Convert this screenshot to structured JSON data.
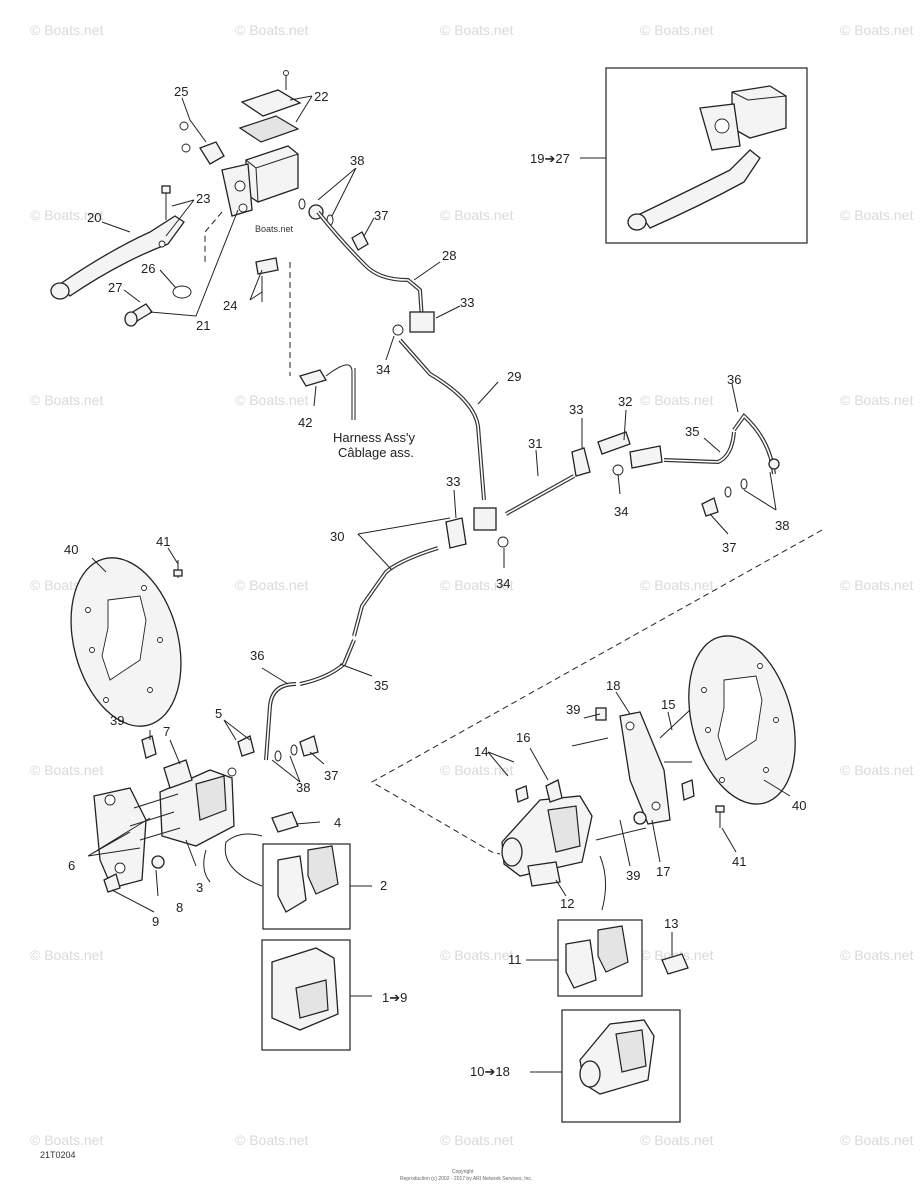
{
  "watermark": "© Boats.net",
  "part_labels": [
    {
      "id": "lbl-25",
      "text": "25"
    },
    {
      "id": "lbl-22",
      "text": "22"
    },
    {
      "id": "lbl-38-top",
      "text": "38"
    },
    {
      "id": "lbl-23",
      "text": "23"
    },
    {
      "id": "lbl-20",
      "text": "20"
    },
    {
      "id": "lbl-37-top",
      "text": "37"
    },
    {
      "id": "lbl-26",
      "text": "26"
    },
    {
      "id": "lbl-27",
      "text": "27"
    },
    {
      "id": "lbl-24",
      "text": "24"
    },
    {
      "id": "lbl-21",
      "text": "21"
    },
    {
      "id": "lbl-28",
      "text": "28"
    },
    {
      "id": "lbl-33-a",
      "text": "33"
    },
    {
      "id": "lbl-34-a",
      "text": "34"
    },
    {
      "id": "lbl-29",
      "text": "29"
    },
    {
      "id": "lbl-42",
      "text": "42"
    },
    {
      "id": "lbl-36-right",
      "text": "36"
    },
    {
      "id": "lbl-32",
      "text": "32"
    },
    {
      "id": "lbl-33-b",
      "text": "33"
    },
    {
      "id": "lbl-35-right",
      "text": "35"
    },
    {
      "id": "lbl-31",
      "text": "31"
    },
    {
      "id": "lbl-34-b",
      "text": "34"
    },
    {
      "id": "lbl-38-right",
      "text": "38"
    },
    {
      "id": "lbl-37-right",
      "text": "37"
    },
    {
      "id": "lbl-33-c",
      "text": "33"
    },
    {
      "id": "lbl-30",
      "text": "30"
    },
    {
      "id": "lbl-34-c",
      "text": "34"
    },
    {
      "id": "lbl-40-left",
      "text": "40"
    },
    {
      "id": "lbl-41-left",
      "text": "41"
    },
    {
      "id": "lbl-36-left",
      "text": "36"
    },
    {
      "id": "lbl-35-left",
      "text": "35"
    },
    {
      "id": "lbl-18",
      "text": "18"
    },
    {
      "id": "lbl-39-left",
      "text": "39"
    },
    {
      "id": "lbl-7",
      "text": "7"
    },
    {
      "id": "lbl-5",
      "text": "5"
    },
    {
      "id": "lbl-39-right",
      "text": "39"
    },
    {
      "id": "lbl-15",
      "text": "15"
    },
    {
      "id": "lbl-14",
      "text": "14"
    },
    {
      "id": "lbl-16",
      "text": "16"
    },
    {
      "id": "lbl-37-mid",
      "text": "37"
    },
    {
      "id": "lbl-38-mid",
      "text": "38"
    },
    {
      "id": "lbl-4",
      "text": "4"
    },
    {
      "id": "lbl-40-right",
      "text": "40"
    },
    {
      "id": "lbl-6",
      "text": "6"
    },
    {
      "id": "lbl-3",
      "text": "3"
    },
    {
      "id": "lbl-2",
      "text": "2"
    },
    {
      "id": "lbl-8",
      "text": "8"
    },
    {
      "id": "lbl-9",
      "text": "9"
    },
    {
      "id": "lbl-39-low",
      "text": "39"
    },
    {
      "id": "lbl-17",
      "text": "17"
    },
    {
      "id": "lbl-41-right",
      "text": "41"
    },
    {
      "id": "lbl-12",
      "text": "12"
    },
    {
      "id": "lbl-13",
      "text": "13"
    },
    {
      "id": "lbl-11",
      "text": "11"
    },
    {
      "id": "lbl-1-9",
      "text": "1➔9"
    },
    {
      "id": "lbl-10-18",
      "text": "10➔18"
    },
    {
      "id": "lbl-19-27",
      "text": "19➔27"
    }
  ],
  "harness_note": {
    "line1": "Harness Ass'y",
    "line2": "Câblage ass."
  },
  "diagram_code": "21T0204",
  "copyright": {
    "line1": "Copyright",
    "line2": "Reproduction (c) 2002 - 2017 by ARI Network Services, Inc."
  },
  "inline_watermark": "Boats.net"
}
